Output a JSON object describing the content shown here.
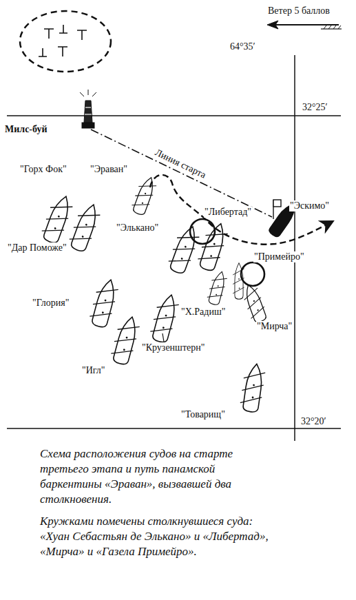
{
  "diagram": {
    "caption": "Схема расположения судов на старте третьего этапа и путь панамской баркентины «Эраван», вызвавшей два столкновения.",
    "labels": [
      "Ветер 5 баллов",
      "64°35′",
      "32°25′",
      "Милс-буй",
      "Линия старта",
      "\"Горх Фок\"",
      "\"Эраван\"",
      "\"Дар Поможе\"",
      "\"Элькано\"",
      "\"Либертад\"",
      "\"Эскимо\"",
      "\"Примейро\"",
      "\"Глория\"",
      "\"Х.Радиш\"",
      "\"Мирча\"",
      "\"Крузенштерн\"",
      "\"Игл\"",
      "\"Товарищ\"",
      "32°20′",
      "Кружками помечены столкнувшиеся суда: «Хуан Себастьян де Элькано» и «Либертад», «Мирча» и «Газела Примейро»."
    ]
  }
}
